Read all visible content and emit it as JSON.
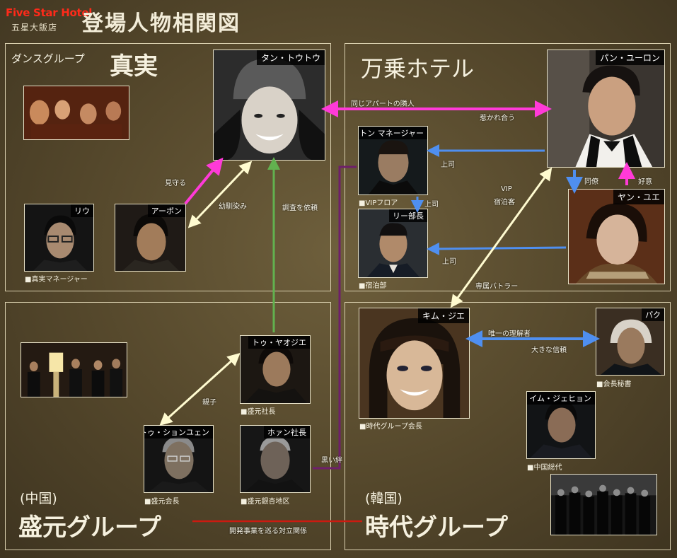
{
  "header": {
    "logo_en": "Five Star Hotel",
    "logo_cn": "五星大飯店",
    "title": "登場人物相関図"
  },
  "groups": {
    "dance": {
      "prefix": "ダンスグループ",
      "name": "真実"
    },
    "hotel": {
      "name": "万乗ホテル"
    },
    "shengyuan": {
      "country": "(中国)",
      "name": "盛元グループ"
    },
    "jidai": {
      "country": "(韓国)",
      "name": "時代グループ"
    }
  },
  "characters": [
    {
      "id": "tan",
      "name": "タン・トウトウ",
      "caption": ""
    },
    {
      "id": "pan",
      "name": "パン・ユーロン",
      "caption": ""
    },
    {
      "id": "ton",
      "name": "トン マネージャー",
      "caption": "■VIPフロア"
    },
    {
      "id": "lee",
      "name": "リー部長",
      "caption": "■宿泊部"
    },
    {
      "id": "yan",
      "name": "ヤン・ユエ",
      "caption": ""
    },
    {
      "id": "riu",
      "name": "リウ",
      "caption": "■真実マネージャー"
    },
    {
      "id": "abon",
      "name": "アーボン",
      "caption": ""
    },
    {
      "id": "kim",
      "name": "キム・ジエ",
      "caption": "■時代グループ会長"
    },
    {
      "id": "paku",
      "name": "パク",
      "caption": "■会長秘書"
    },
    {
      "id": "imu",
      "name": "イム・ジェヒョン",
      "caption": "■中国総代"
    },
    {
      "id": "tou",
      "name": "トゥ・ヤオジエ",
      "caption": "■盛元社長"
    },
    {
      "id": "toush",
      "name": "トゥ・ションユェン",
      "caption": "■盛元会長"
    },
    {
      "id": "huang",
      "name": "ホァン社長",
      "caption": "■盛元銀杏地区"
    }
  ],
  "relations": {
    "neighbor": "同じアパートの隣人",
    "attracted": "惹かれ合う",
    "boss1": "上司",
    "boss2": "上司",
    "boss3": "上司",
    "colleague": "同僚",
    "liking": "好意",
    "vip": "VIP",
    "guest": "宿泊客",
    "butler": "専属バトラー",
    "watch": "見守る",
    "childhood": "幼馴染み",
    "investigate": "調査を依頼",
    "parent": "親子",
    "dark": "黒い絆",
    "understand": "唯一の理解者",
    "trust": "大きな信頼",
    "conflict": "開発事業を巡る対立関係"
  },
  "colors": {
    "pink": "#ff3ad8",
    "blue": "#4f8ff0",
    "cream": "#fffbd0",
    "green": "#62b14f",
    "purple": "#6e1f6a",
    "red": "#cc1a10",
    "panel_border": "#d9cfae"
  }
}
